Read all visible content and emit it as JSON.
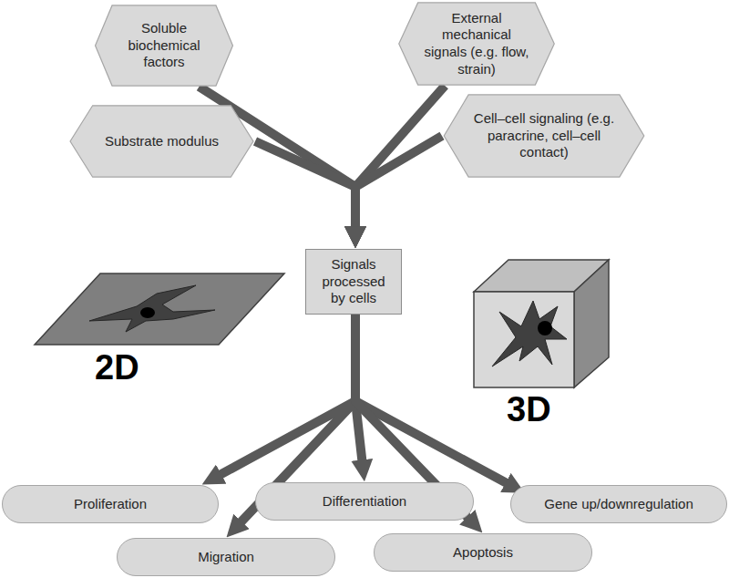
{
  "diagram": {
    "nodes": [
      {
        "text": [
          "Soluble biochemical factors"
        ]
      },
      {
        "text": [
          "External mechanical signals (e.g. flow, strain)"
        ]
      },
      {
        "text": [
          "Substrate modulus"
        ]
      },
      {
        "text": [
          "Cell–cell signaling (e.g. paracrine, cell–cell contact)"
        ]
      },
      {
        "text": [
          "Signals processed by cells"
        ]
      },
      {
        "text": [
          "Proliferation"
        ]
      },
      {
        "text": [
          "Differentiation"
        ]
      },
      {
        "text": [
          "Gene up/downregulation"
        ]
      },
      {
        "text": [
          "Migration"
        ]
      },
      {
        "text": [
          "Apoptosis"
        ]
      }
    ],
    "edges": [
      {
        "from": 0,
        "to": 4,
        "arrow": "to"
      },
      {
        "from": 1,
        "to": 4,
        "arrow": "to"
      },
      {
        "from": 2,
        "to": 4,
        "arrow": "to"
      },
      {
        "from": 3,
        "to": 4,
        "arrow": "to"
      },
      {
        "from": 4,
        "to": 5,
        "arrow": "to"
      },
      {
        "from": 4,
        "to": 6,
        "arrow": "to"
      },
      {
        "from": 4,
        "to": 7,
        "arrow": "to"
      },
      {
        "from": 4,
        "to": 8,
        "arrow": "to"
      },
      {
        "from": 4,
        "to": 9,
        "arrow": "to"
      }
    ],
    "labels": [
      "2D",
      "3D"
    ]
  }
}
